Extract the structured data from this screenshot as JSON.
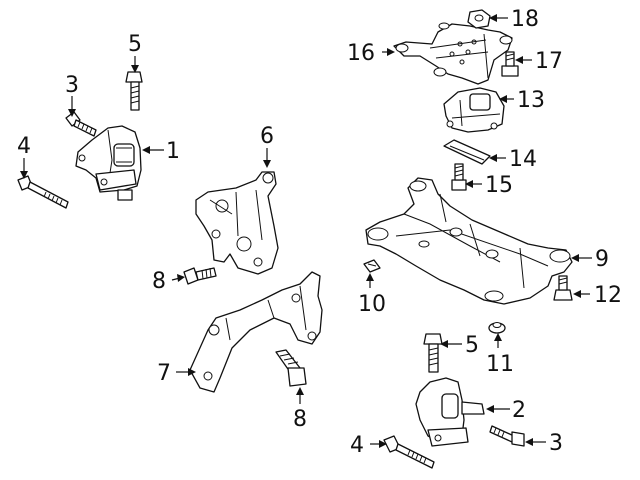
{
  "callouts": {
    "c1": "1",
    "c2": "2",
    "c3a": "3",
    "c3b": "3",
    "c4a": "4",
    "c4b": "4",
    "c5a": "5",
    "c5b": "5",
    "c6": "6",
    "c7": "7",
    "c8a": "8",
    "c8b": "8",
    "c9": "9",
    "c10": "10",
    "c11": "11",
    "c12": "12",
    "c13": "13",
    "c14": "14",
    "c15": "15",
    "c16": "16",
    "c17": "17",
    "c18": "18"
  }
}
